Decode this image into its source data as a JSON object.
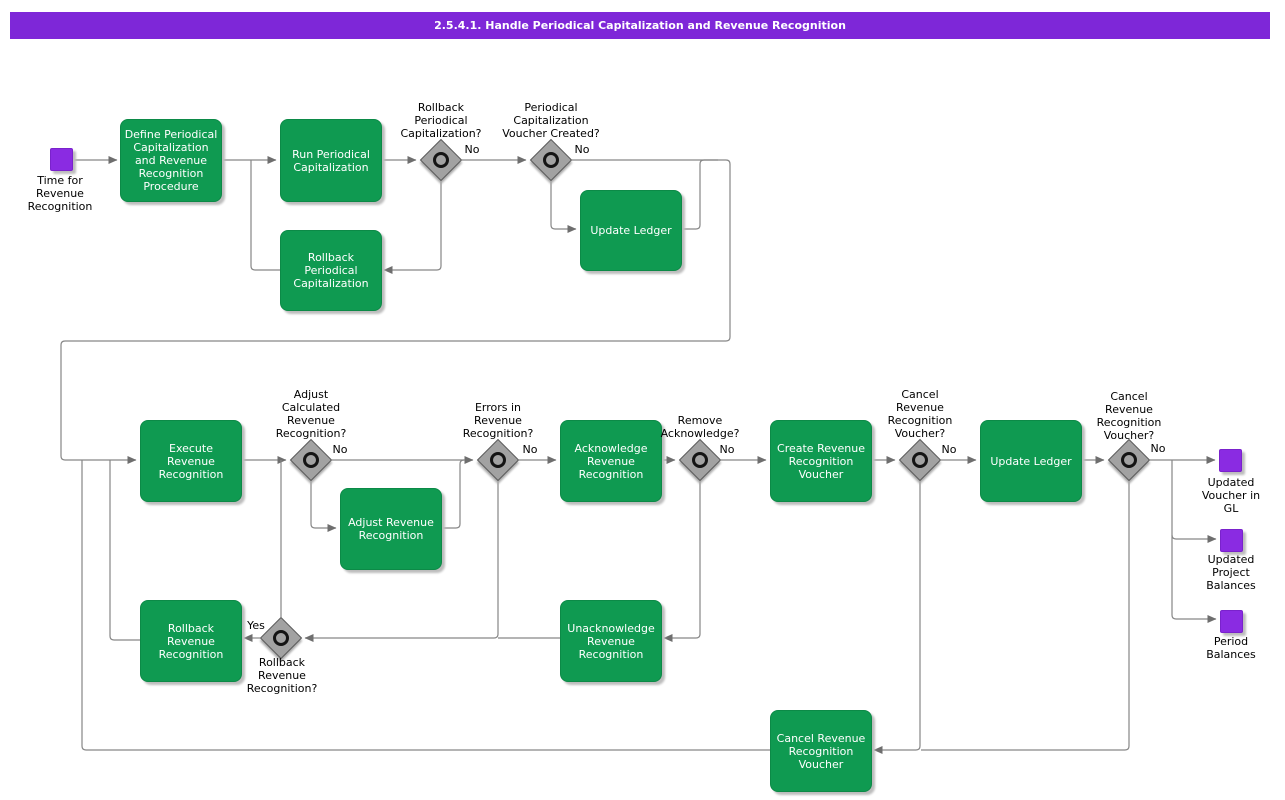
{
  "title": "2.5.4.1. Handle Periodical Capitalization and Revenue Recognition",
  "colors": {
    "title_bar": "#7e27d8",
    "task_green": "#0f9a51",
    "event_purple": "#8a2be2",
    "diamond_gray": "#a2a2a2",
    "line_gray": "#868686"
  },
  "events": [
    {
      "id": "start",
      "label": "Time for\nRevenue\nRecognition"
    },
    {
      "id": "end-gl",
      "label": "Updated\nVoucher in\nGL"
    },
    {
      "id": "end-project",
      "label": "Updated\nProject\nBalances"
    },
    {
      "id": "end-period",
      "label": "Period\nBalances"
    }
  ],
  "tasks": [
    {
      "id": "define-procedure",
      "label": "Define Periodical\nCapitalization\nand Revenue\nRecognition\nProcedure"
    },
    {
      "id": "run-periodical",
      "label": "Run Periodical\nCapitalization"
    },
    {
      "id": "rollback-periodical",
      "label": "Rollback\nPeriodical\nCapitalization"
    },
    {
      "id": "update-ledger-1",
      "label": "Update Ledger"
    },
    {
      "id": "execute-revenue",
      "label": "Execute\nRevenue\nRecognition"
    },
    {
      "id": "adjust-revenue",
      "label": "Adjust Revenue\nRecognition"
    },
    {
      "id": "acknowledge-revenue",
      "label": "Acknowledge\nRevenue\nRecognition"
    },
    {
      "id": "create-voucher",
      "label": "Create Revenue\nRecognition\nVoucher"
    },
    {
      "id": "update-ledger-2",
      "label": "Update Ledger"
    },
    {
      "id": "rollback-revenue",
      "label": "Rollback\nRevenue\nRecognition"
    },
    {
      "id": "unacknowledge-revenue",
      "label": "Unacknowledge\nRevenue\nRecognition"
    },
    {
      "id": "cancel-voucher",
      "label": "Cancel Revenue\nRecognition\nVoucher"
    }
  ],
  "decisions": [
    {
      "id": "rollback-periodical",
      "question": "Rollback\nPeriodical\nCapitalization?",
      "branch_label": "No"
    },
    {
      "id": "voucher-created",
      "question": "Periodical\nCapitalization\nVoucher Created?",
      "branch_label": "No"
    },
    {
      "id": "adjust-calculated",
      "question": "Adjust\nCalculated\nRevenue\nRecognition?",
      "branch_label": "No"
    },
    {
      "id": "errors-in-revenue",
      "question": "Errors in\nRevenue\nRecognition?",
      "branch_label": "No"
    },
    {
      "id": "remove-acknowledge",
      "question": "Remove\nAcknowledge?",
      "branch_label": "No"
    },
    {
      "id": "cancel-voucher-1",
      "question": "Cancel\nRevenue\nRecognition\nVoucher?",
      "branch_label": "No"
    },
    {
      "id": "cancel-voucher-2",
      "question": "Cancel\nRevenue\nRecognition\nVoucher?",
      "branch_label": "No"
    },
    {
      "id": "rollback-revenue",
      "question": "Rollback\nRevenue\nRecognition?",
      "branch_label": "Yes"
    }
  ]
}
